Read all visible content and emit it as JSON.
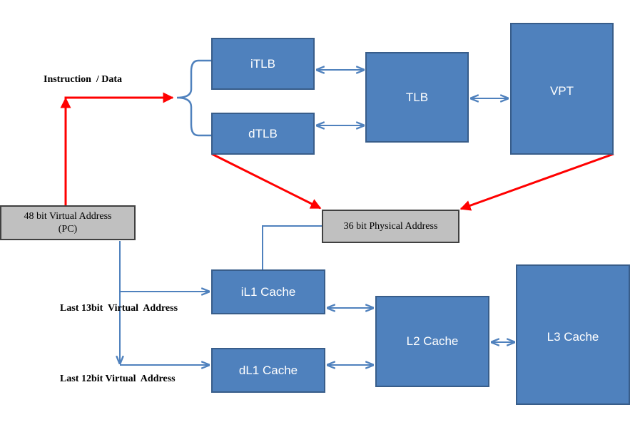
{
  "diagram": {
    "blocks": {
      "itlb": "iTLB",
      "dtlb": "dTLB",
      "tlb": "TLB",
      "vpt": "VPT",
      "virtual_address": "48 bit Virtual Address\n(PC)",
      "physical_address": "36 bit Physical Address",
      "il1_cache": "iL1 Cache",
      "dl1_cache": "dL1 Cache",
      "l2_cache": "L2 Cache",
      "l3_cache": "L3 Cache"
    },
    "labels": {
      "instruction_data": "Instruction  / Data",
      "last_13bit": "Last 13bit  Virtual  Address",
      "last_12bit": "Last 12bit Virtual  Address"
    },
    "colors": {
      "block_fill": "#4f81bd",
      "block_border": "#385d8a",
      "address_fill": "#c0c0c0",
      "red_path": "#ff0000",
      "blue_path": "#4f81bd"
    }
  }
}
